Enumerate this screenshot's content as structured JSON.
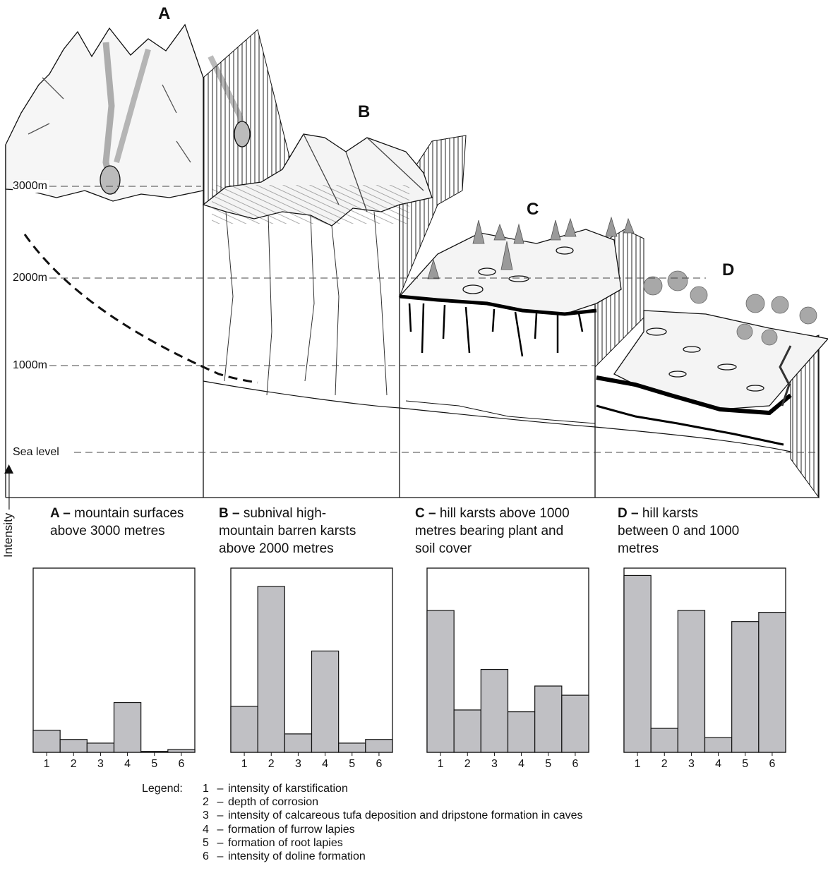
{
  "zones": [
    {
      "id": "A",
      "letter": "A",
      "caption_bold": "A –",
      "caption_text": " mountain surfaces above 3000 metres"
    },
    {
      "id": "B",
      "letter": "B",
      "caption_bold": "B –",
      "caption_text": " subnival high-mountain barren karsts above 2000 metres"
    },
    {
      "id": "C",
      "letter": "C",
      "caption_bold": "C –",
      "caption_text": " hill karsts above 1000 metres bearing plant and soil cover"
    },
    {
      "id": "D",
      "letter": "D",
      "caption_bold": "D –",
      "caption_text": " hill karsts between 0 and 1000 metres"
    }
  ],
  "altitude_labels": [
    "3000m",
    "2000m",
    "1000m",
    "Sea level"
  ],
  "y_axis_title": "Intensity",
  "legend": {
    "title": "Legend:",
    "items": [
      {
        "num": "1",
        "dash": "–",
        "text": "intensity of karstification"
      },
      {
        "num": "2",
        "dash": "–",
        "text": "depth of corrosion"
      },
      {
        "num": "3",
        "dash": "–",
        "text": "intensity of calcareous tufa deposition and dripstone formation in caves"
      },
      {
        "num": "4",
        "dash": "–",
        "text": "formation of furrow lapies"
      },
      {
        "num": "5",
        "dash": "–",
        "text": "formation of root lapies"
      },
      {
        "num": "6",
        "dash": "–",
        "text": "intensity of doline formation"
      }
    ]
  },
  "colors": {
    "bar_fill": "#c0c0c4",
    "line": "#111111",
    "rock": "#f2f2f2",
    "tree": "#9a9a9a"
  },
  "chart_data": [
    {
      "type": "bar",
      "panel": "A",
      "categories": [
        "1",
        "2",
        "3",
        "4",
        "5",
        "6"
      ],
      "values": [
        12,
        7,
        5,
        27,
        0.5,
        1.5
      ],
      "ylim": [
        0,
        100
      ]
    },
    {
      "type": "bar",
      "panel": "B",
      "categories": [
        "1",
        "2",
        "3",
        "4",
        "5",
        "6"
      ],
      "values": [
        25,
        90,
        10,
        55,
        5,
        7
      ],
      "ylim": [
        0,
        100
      ]
    },
    {
      "type": "bar",
      "panel": "C",
      "categories": [
        "1",
        "2",
        "3",
        "4",
        "5",
        "6"
      ],
      "values": [
        77,
        23,
        45,
        22,
        36,
        31
      ],
      "ylim": [
        0,
        100
      ]
    },
    {
      "type": "bar",
      "panel": "D",
      "categories": [
        "1",
        "2",
        "3",
        "4",
        "5",
        "6"
      ],
      "values": [
        96,
        13,
        77,
        8,
        71,
        76
      ],
      "ylim": [
        0,
        100
      ]
    }
  ]
}
